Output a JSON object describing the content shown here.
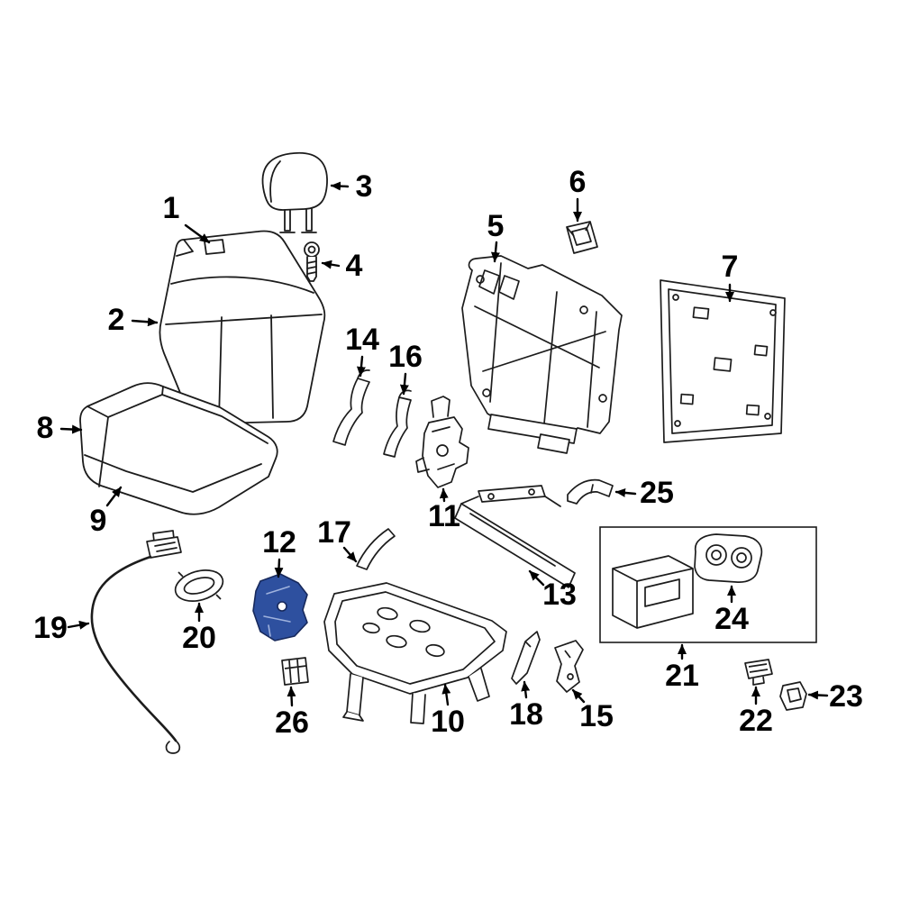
{
  "diagram": {
    "type": "exploded-parts-diagram",
    "background_color": "#ffffff",
    "line_color": "#1c1c1c",
    "highlight_color": "#2e509f",
    "highlighted_callout": "12",
    "boxed_callouts": [
      "21",
      "24"
    ],
    "callouts": [
      {
        "label": "1"
      },
      {
        "label": "2"
      },
      {
        "label": "3"
      },
      {
        "label": "4"
      },
      {
        "label": "5"
      },
      {
        "label": "6"
      },
      {
        "label": "7"
      },
      {
        "label": "8"
      },
      {
        "label": "9"
      },
      {
        "label": "10"
      },
      {
        "label": "11"
      },
      {
        "label": "12"
      },
      {
        "label": "13"
      },
      {
        "label": "14"
      },
      {
        "label": "15"
      },
      {
        "label": "16"
      },
      {
        "label": "17"
      },
      {
        "label": "18"
      },
      {
        "label": "19"
      },
      {
        "label": "20"
      },
      {
        "label": "21"
      },
      {
        "label": "22"
      },
      {
        "label": "23"
      },
      {
        "label": "24"
      },
      {
        "label": "25"
      },
      {
        "label": "26"
      }
    ]
  }
}
